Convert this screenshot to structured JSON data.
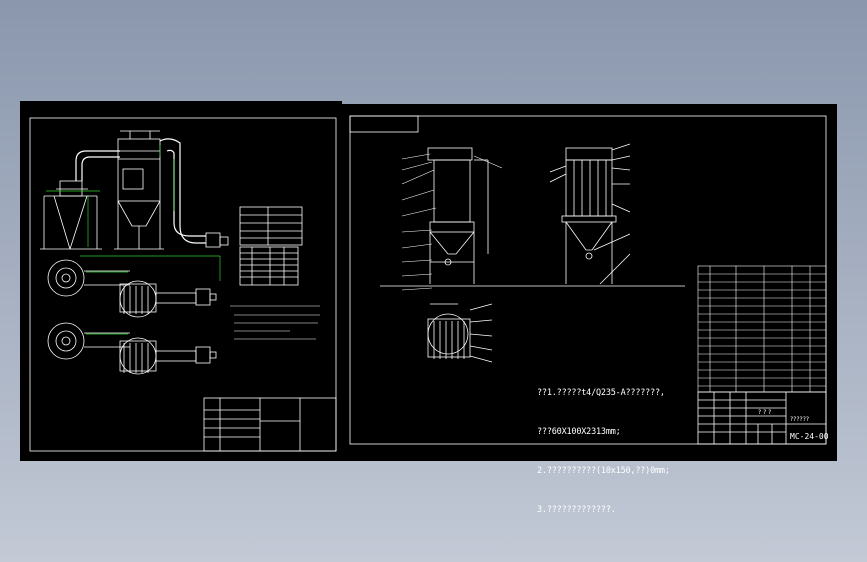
{
  "viewer": {
    "background_top": "#8a97ad",
    "background_bottom": "#c4cad6",
    "sheet_color": "#000000",
    "line_color": "#ffffff",
    "accent_green": "#2fd12f"
  },
  "right_sheet": {
    "notes": [
      "??1.?????t4/Q235-A???????,",
      "???60X100X2313mm;",
      "2.??????????(10x150,??)0mm;",
      "3.?????????????."
    ],
    "title_block": {
      "question_marks": "? ? ?",
      "scale_label": "??????",
      "drawing_number": "MC-24-00"
    }
  }
}
